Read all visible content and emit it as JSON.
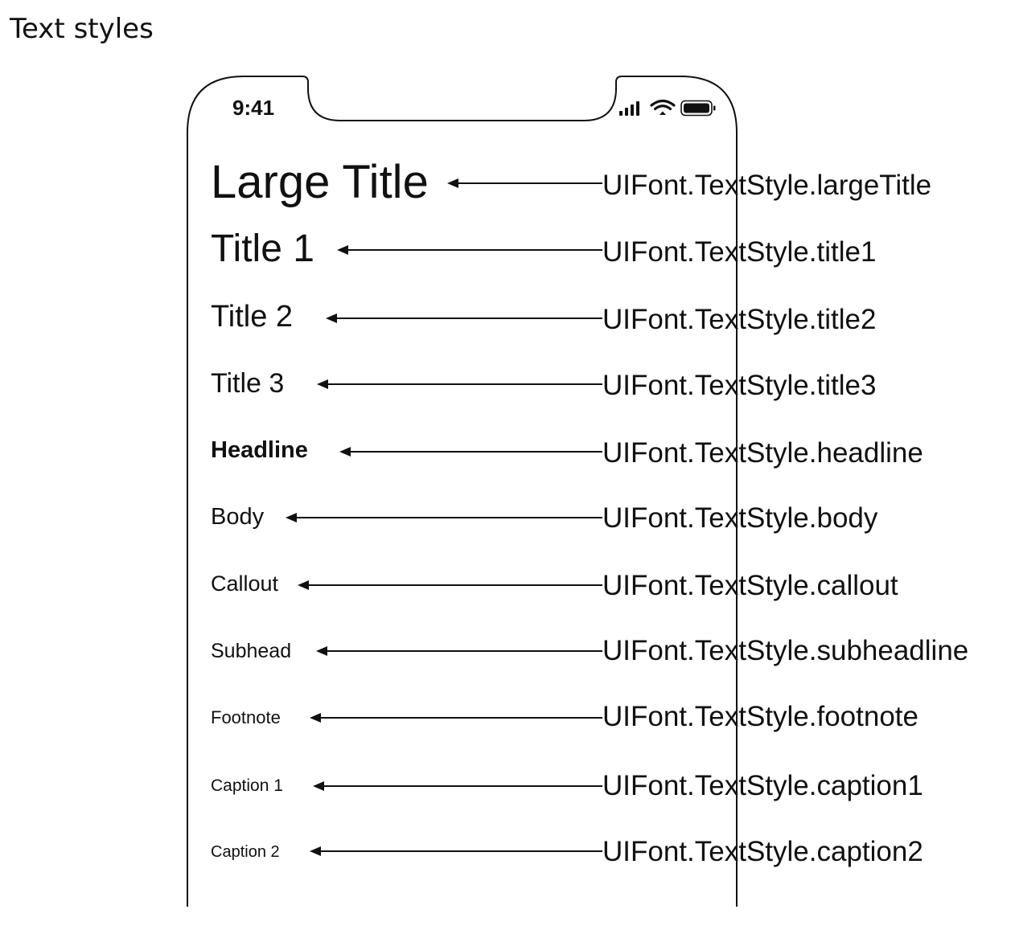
{
  "heading": "Text styles",
  "status_bar": {
    "time": "9:41",
    "icons": [
      "cellular-signal-icon",
      "wifi-icon",
      "battery-icon"
    ]
  },
  "rows": [
    {
      "sample": "Large Title",
      "api": "UIFont.TextStyle.largeTitle"
    },
    {
      "sample": "Title 1",
      "api": "UIFont.TextStyle.title1"
    },
    {
      "sample": "Title 2",
      "api": "UIFont.TextStyle.title2"
    },
    {
      "sample": "Title 3",
      "api": "UIFont.TextStyle.title3"
    },
    {
      "sample": "Headline",
      "api": "UIFont.TextStyle.headline"
    },
    {
      "sample": "Body",
      "api": "UIFont.TextStyle.body"
    },
    {
      "sample": "Callout",
      "api": "UIFont.TextStyle.callout"
    },
    {
      "sample": "Subhead",
      "api": "UIFont.TextStyle.subheadline"
    },
    {
      "sample": "Footnote",
      "api": "UIFont.TextStyle.footnote"
    },
    {
      "sample": "Caption 1",
      "api": "UIFont.TextStyle.caption1"
    },
    {
      "sample": "Caption 2",
      "api": "UIFont.TextStyle.caption2"
    }
  ]
}
